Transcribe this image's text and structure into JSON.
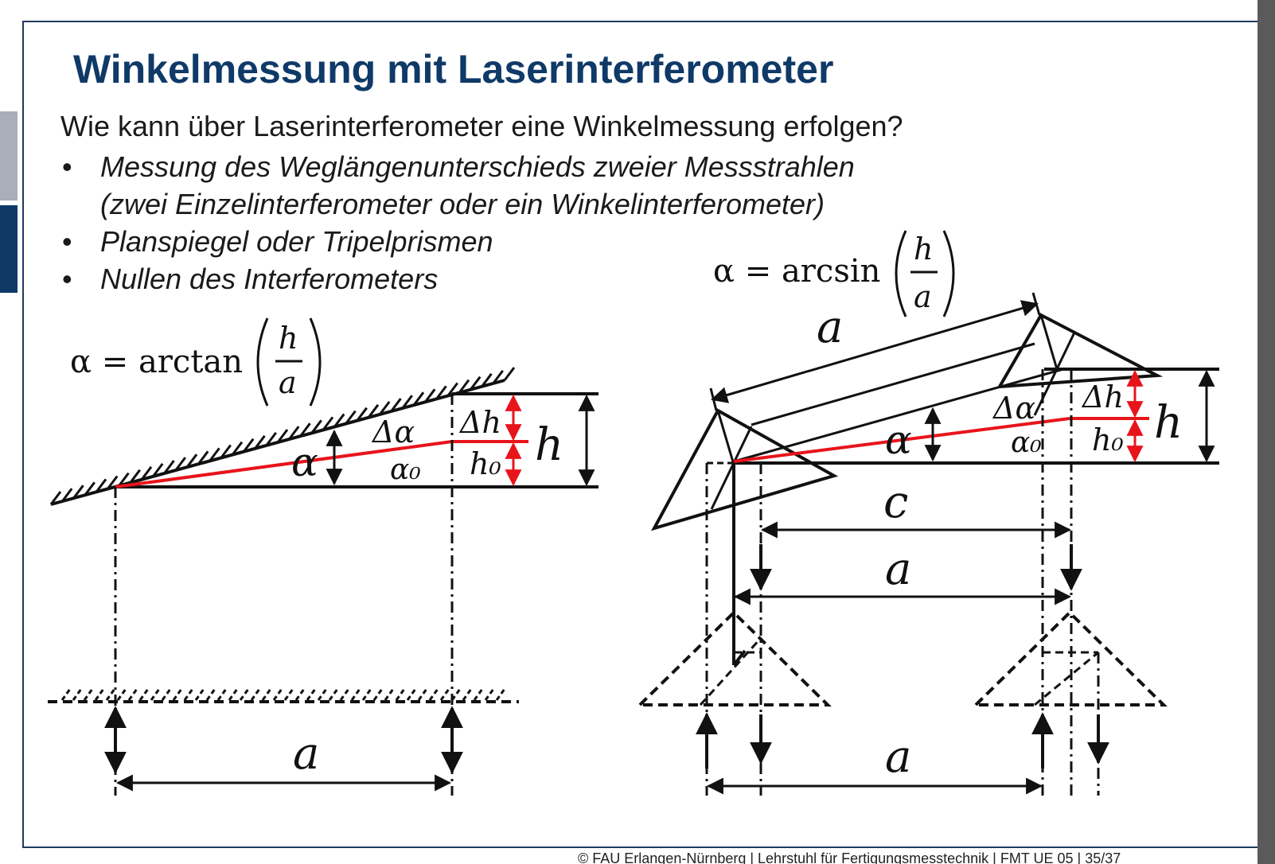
{
  "slide": {
    "title": "Winkelmessung mit Laserinterferometer",
    "question": "Wie kann über Laserinterferometer eine Winkelmessung erfolgen?",
    "bullets": [
      "Messung des Weglängenunterschieds zweier Messstrahlen",
      "(zwei Einzelinterferometer oder ein Winkelinterferometer)",
      "Planspiegel oder Tripelprismen",
      "Nullen des Interferometers"
    ],
    "bullet_symbol": "•",
    "footer": "©  FAU Erlangen-Nürnberg  |  Lehrstuhl für Fertigungsmesstechnik  |  FMT UE 05  |  35/37"
  },
  "diagram_left": {
    "formula_prefix": "α = arctan",
    "frac_num": "h",
    "frac_den": "a",
    "label_delta_alpha": "Δα",
    "label_alpha": "α",
    "label_alpha0": "α₀",
    "label_delta_h": "Δh",
    "label_h0": "h₀",
    "label_h": "h",
    "label_a": "a"
  },
  "diagram_right": {
    "formula_prefix": "α = arcsin",
    "frac_num": "h",
    "frac_den": "a",
    "label_a_top": "a",
    "label_delta_alpha": "Δα",
    "label_alpha": "α",
    "label_alpha0": "α₀",
    "label_delta_h": "Δh",
    "label_h0": "h₀",
    "label_h": "h",
    "label_c": "c",
    "label_a_mid": "a",
    "label_a_bottom": "a"
  },
  "colors": {
    "title": "#0f3a68",
    "frame": "#1f3a5f",
    "beam": "#e8141b",
    "ink": "#111111"
  }
}
